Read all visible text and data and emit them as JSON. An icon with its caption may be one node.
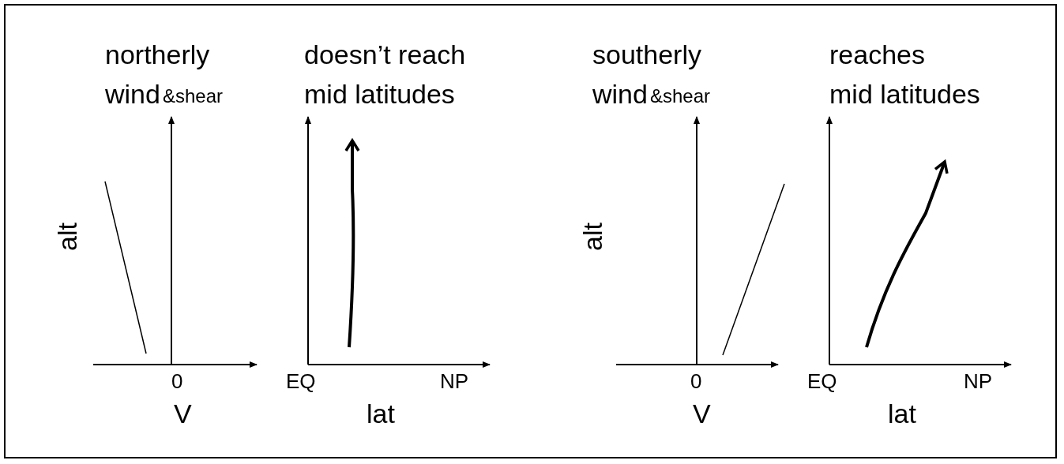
{
  "diagram": {
    "labels": [
      "northerly",
      "wind",
      "&shear",
      "doesn’t reach",
      "mid latitudes",
      "southerly",
      "wind",
      "&shear",
      "reaches",
      "mid latitudes",
      "alt",
      "0",
      "V",
      "EQ",
      "NP",
      "lat",
      "alt",
      "0",
      "V",
      "EQ",
      "NP",
      "lat"
    ]
  }
}
